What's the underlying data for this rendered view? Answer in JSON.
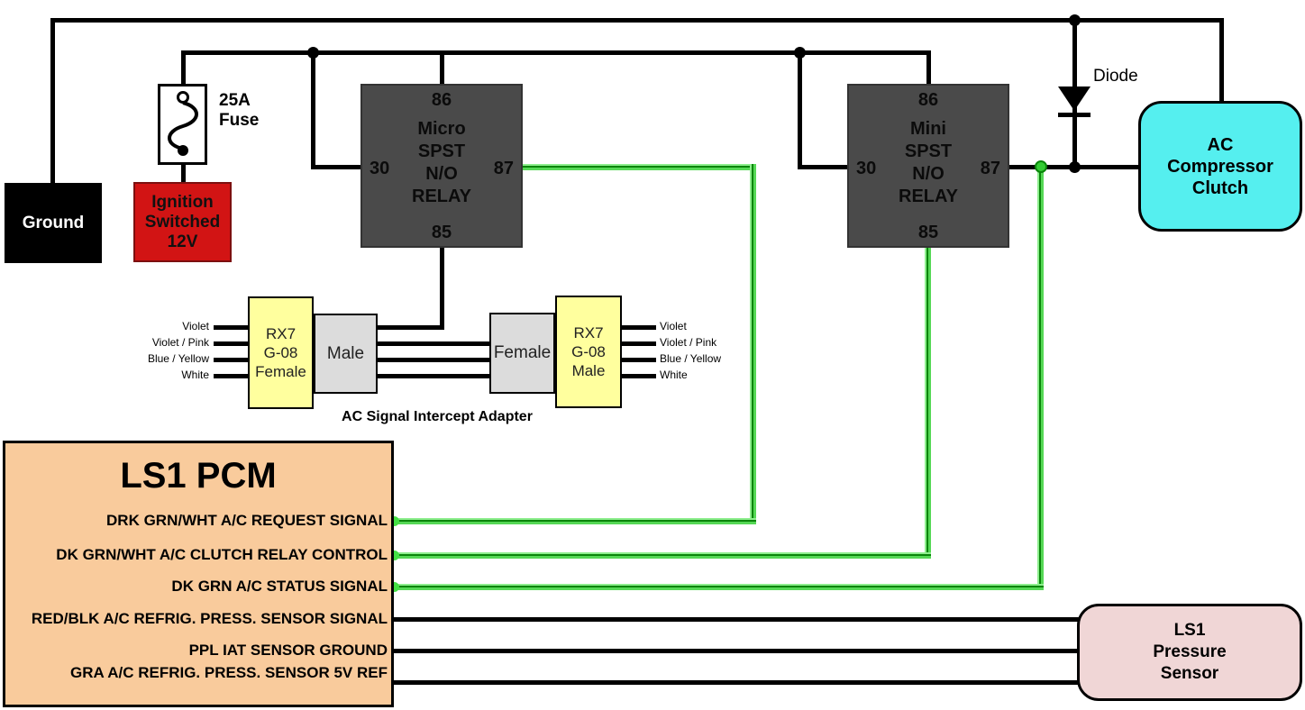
{
  "colors": {
    "ground_fill": "#000000",
    "ignition_fill": "#d21414",
    "relay_fill": "#4a4a4a",
    "clutch_fill": "#55efef",
    "pcm_fill": "#f9cb9c",
    "sensor_fill": "#f0d6d6",
    "connector_yellow": "#ffff9e",
    "connector_gray": "#dcdcdc",
    "wire_green_light": "#8dee8d",
    "wire_green_dark": "#0a850a",
    "wire_black": "#000000"
  },
  "power": {
    "ground_label": "Ground",
    "ignition_label": "Ignition\nSwitched\n12V",
    "fuse_label": "25A\nFuse"
  },
  "relays": {
    "micro": {
      "name": "Micro\nSPST\nN/O\nRELAY",
      "pin_top": "86",
      "pin_left": "30",
      "pin_right": "87",
      "pin_bottom": "85"
    },
    "mini": {
      "name": "Mini\nSPST\nN/O\nRELAY",
      "pin_top": "86",
      "pin_left": "30",
      "pin_right": "87",
      "pin_bottom": "85"
    }
  },
  "diode_label": "Diode",
  "clutch_label": "AC\nCompressor\nClutch",
  "adapter": {
    "caption": "AC Signal Intercept Adapter",
    "left_connector": "RX7\nG-08\nFemale",
    "left_plug": "Male",
    "right_plug": "Female",
    "right_connector": "RX7\nG-08\nMale",
    "wire_labels": [
      "Violet",
      "Violet / Pink",
      "Blue / Yellow",
      "White"
    ]
  },
  "pcm": {
    "title": "LS1 PCM",
    "signals": [
      "DRK GRN/WHT A/C REQUEST SIGNAL",
      "DK GRN/WHT A/C CLUTCH RELAY CONTROL",
      "DK GRN A/C STATUS SIGNAL",
      "RED/BLK A/C REFRIG. PRESS. SENSOR SIGNAL",
      "PPL IAT SENSOR GROUND",
      "GRA A/C REFRIG. PRESS. SENSOR 5V REF"
    ]
  },
  "sensor_label": "LS1\nPressure\nSensor"
}
